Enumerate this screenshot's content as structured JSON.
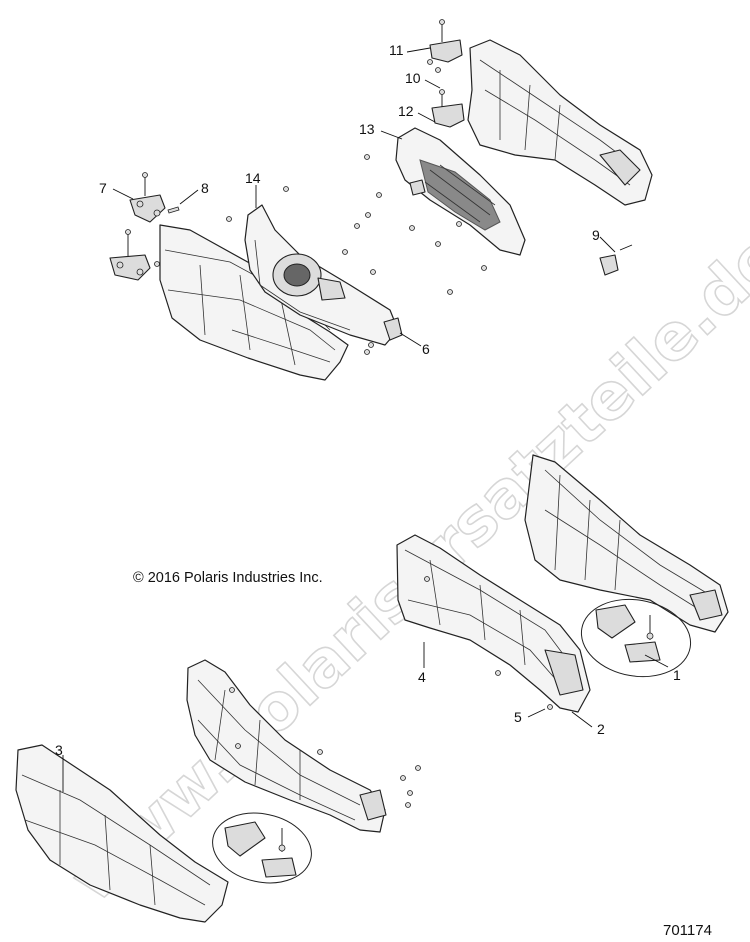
{
  "watermark": "www.polarisersatzteile.de",
  "copyright": "© 2016 Polaris Industries Inc.",
  "document_number": "701174",
  "callouts": [
    {
      "id": "c1",
      "label": "1"
    },
    {
      "id": "c2",
      "label": "2"
    },
    {
      "id": "c3",
      "label": "3"
    },
    {
      "id": "c4",
      "label": "4"
    },
    {
      "id": "c5",
      "label": "5"
    },
    {
      "id": "c6",
      "label": "6"
    },
    {
      "id": "c7",
      "label": "7"
    },
    {
      "id": "c8",
      "label": "8"
    },
    {
      "id": "c9",
      "label": "9"
    },
    {
      "id": "c10",
      "label": "10"
    },
    {
      "id": "c11",
      "label": "11"
    },
    {
      "id": "c12",
      "label": "12"
    },
    {
      "id": "c13",
      "label": "13"
    },
    {
      "id": "c14",
      "label": "14"
    }
  ]
}
